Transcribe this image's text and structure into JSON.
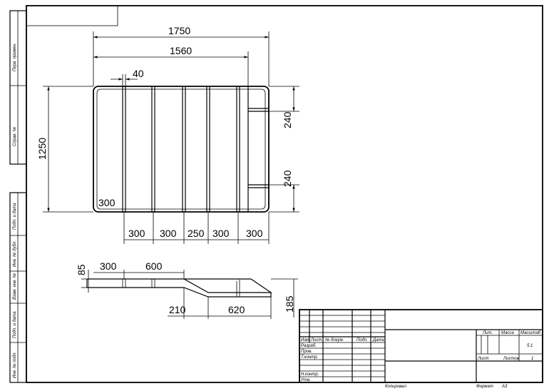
{
  "top_view": {
    "dims": {
      "overall_length": "1750",
      "inner_length": "1560",
      "slat_width": "40",
      "width": "1250",
      "corner": "300",
      "handle_top": "240",
      "handle_bottom": "240",
      "spacings": [
        "300",
        "300",
        "250",
        "300",
        "300"
      ]
    }
  },
  "side_view": {
    "dims": {
      "height": "85",
      "seg1": "300",
      "seg2": "600",
      "ramp": "210",
      "tail": "620",
      "total_height": "185"
    }
  },
  "side_stamps": [
    "Перв. примен.",
    "Справ. №",
    "Подп. и дата",
    "Инв. № дубл.",
    "Взам. инв. №",
    "Подп. и дата",
    "Инв. № подл."
  ],
  "title_block": {
    "col_headers": [
      "Изм",
      "Лист",
      "№ докум.",
      "Подп.",
      "Дата"
    ],
    "row_labels": [
      "Разраб.",
      "Пров.",
      "Т.контр.",
      "",
      "Н.контр.",
      "Утв."
    ],
    "right_headers": [
      "Лит.",
      "Масса",
      "Масштаб"
    ],
    "scale_value": "5:1",
    "sheet_label": "Лист",
    "sheets_label": "Листов",
    "sheets_value": "1",
    "copied_label": "Копировал",
    "format_label": "Формат",
    "format_value": "A3"
  }
}
